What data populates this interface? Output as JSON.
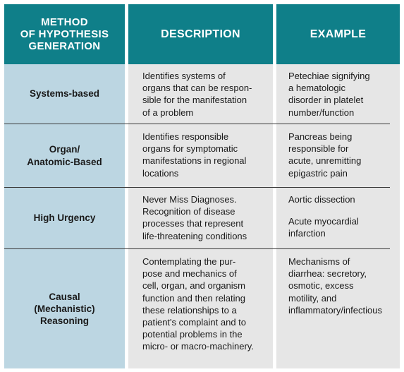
{
  "headers": {
    "method": [
      "METHOD",
      "OF HYPOTHESIS",
      "GENERATION"
    ],
    "description": "DESCRIPTION",
    "example": "EXAMPLE"
  },
  "rows": [
    {
      "method": [
        "Systems-based"
      ],
      "description": [
        "Identifies systems of",
        "organs that can be respon-",
        "sible for the manifestation",
        "of a problem"
      ],
      "example": [
        "Petechiae signifying",
        "a hematologic",
        "disorder in platelet",
        "number/function"
      ]
    },
    {
      "method": [
        "Organ/",
        "Anatomic-Based"
      ],
      "description": [
        "Identifies responsible",
        "organs for symptomatic",
        "manifestations in regional",
        "locations"
      ],
      "example": [
        "Pancreas being",
        "responsible for",
        "acute, unremitting",
        "epigastric pain"
      ]
    },
    {
      "method": [
        "High Urgency"
      ],
      "description": [
        "Never Miss Diagnoses.",
        "Recognition of disease",
        "processes that represent",
        "life-threatening conditions"
      ],
      "example_1": [
        "Aortic dissection"
      ],
      "example_2": [
        "Acute myocardial",
        "infarction"
      ]
    },
    {
      "method": [
        "Causal",
        "(Mechanistic)",
        "Reasoning"
      ],
      "description": [
        "Contemplating the pur-",
        "pose and mechanics of",
        "cell, organ, and organism",
        "function and then relating",
        "these relationships to a",
        "patient's complaint and to",
        "potential problems in the",
        "micro- or macro-machinery."
      ],
      "example": [
        "Mechanisms of",
        "diarrhea: secretory,",
        "osmotic, excess",
        "motility, and",
        "inflammatory/infectious"
      ]
    }
  ]
}
